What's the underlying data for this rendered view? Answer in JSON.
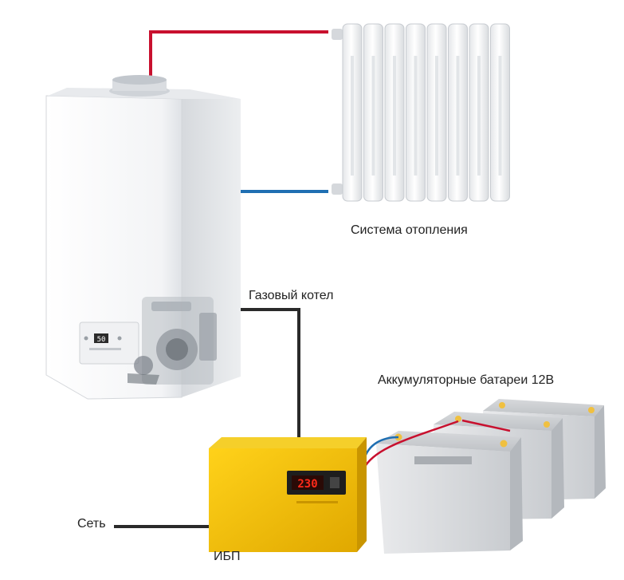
{
  "colors": {
    "supply_pipe": "#c8102e",
    "return_pipe": "#1f6fb2",
    "cable": "#2a2a2a",
    "ups_body": "#f2c200",
    "display_digits": "#ff2a1a"
  },
  "labels": {
    "heating_system": "Система отопления",
    "gas_boiler": "Газовый котел",
    "batteries": "Аккумуляторные батареи 12В",
    "grid": "Сеть",
    "ups": "ИБП"
  },
  "ups_display": "230",
  "boiler_display": "50",
  "icons": {
    "radiator": "radiator-icon",
    "boiler": "gas-boiler-icon",
    "ups": "ups-icon",
    "battery": "battery-icon"
  }
}
